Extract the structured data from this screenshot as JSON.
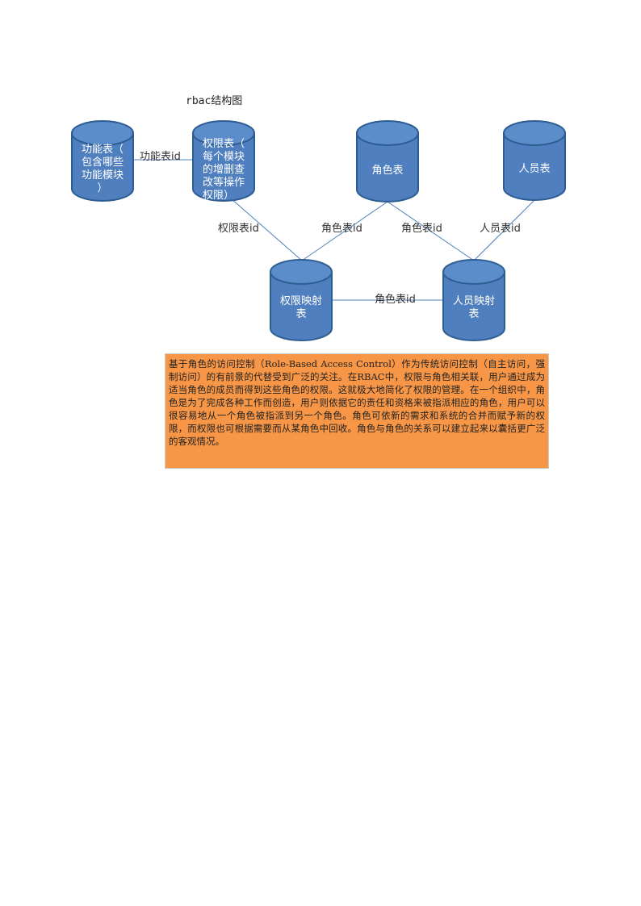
{
  "diagram": {
    "title": "rbac结构图",
    "nodes": {
      "function_table": "功能表（\n包含哪些\n功能模块\n）",
      "permission_table": "权限表（\n每个模块\n的增删查\n改等操作\n权限）",
      "role_table": "角色表",
      "person_table": "人员表",
      "permission_mapping": "权限映射\n表",
      "person_mapping": "人员映射\n表"
    },
    "edges": {
      "function_id": "功能表id",
      "permission_id": "权限表id",
      "role_id_left": "角色表id",
      "role_id_right": "角色表id",
      "person_id": "人员表id",
      "role_id_bottom": "角色表id"
    },
    "note": "基于角色的访问控制（Role-Based Access Control）作为传统访问控制（自主访问，强制访问）的有前景的代替受到广泛的关注。在RBAC中，权限与角色相关联，用户通过成为适当角色的成员而得到这些角色的权限。这就极大地简化了权限的管理。在一个组织中，角色是为了完成各种工作而创造，用户则依据它的责任和资格来被指派相应的角色，用户可以很容易地从一个角色被指派到另一个角色。角色可依新的需求和系统的合并而赋予新的权限，而权限也可根据需要而从某角色中回收。角色与角色的关系可以建立起来以囊括更广泛的客观情况。"
  },
  "colors": {
    "node_fill": "#4f7fbf",
    "node_stroke": "#2e5d93",
    "edge": "#4f81bd",
    "note_fill": "#f79646"
  }
}
